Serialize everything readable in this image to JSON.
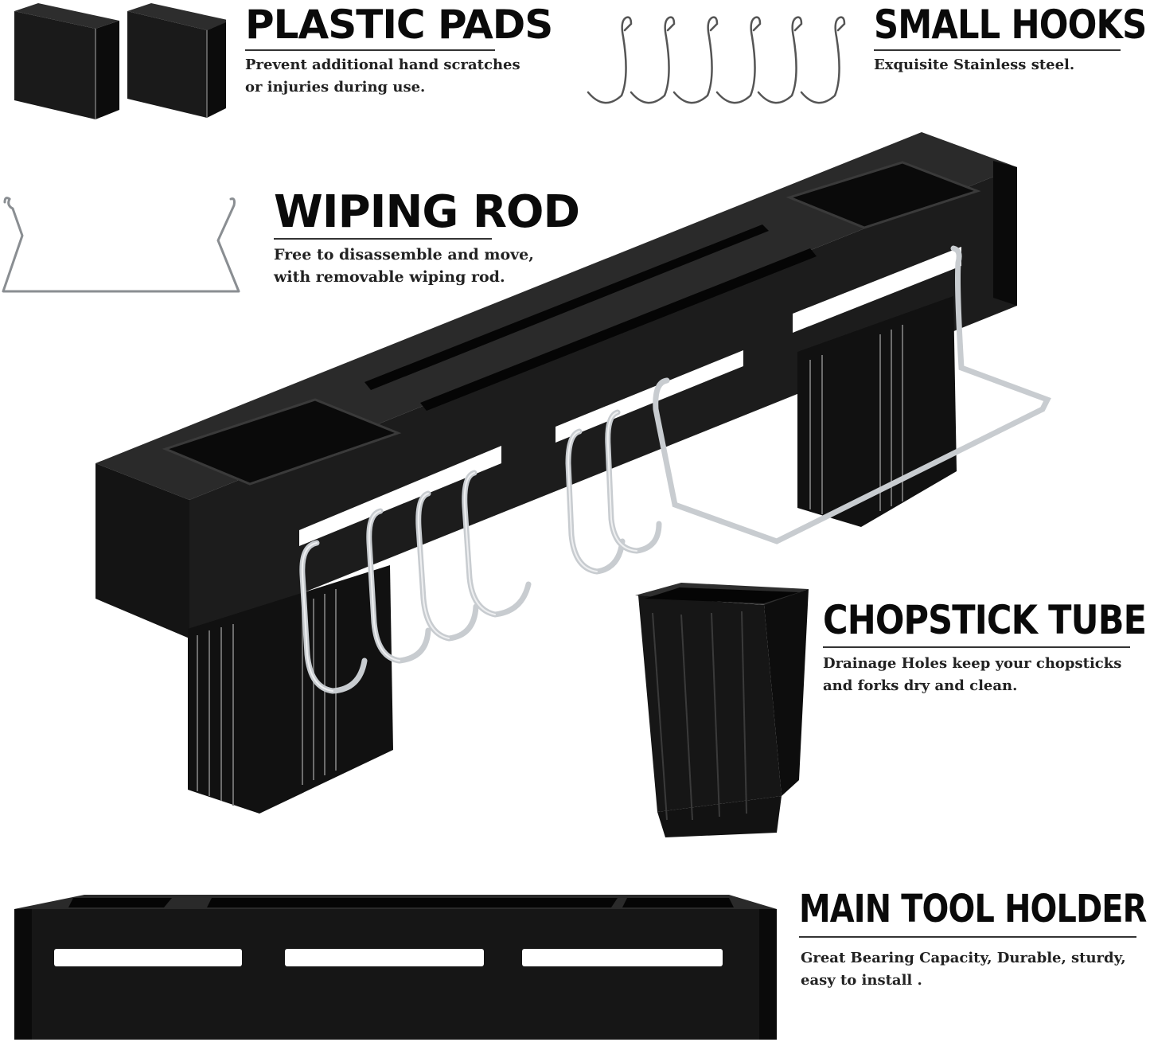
{
  "sections": {
    "plastic_pads": {
      "title": "PLASTIC PADS",
      "description": "Prevent additional hand scratches\nor injuries during use."
    },
    "small_hooks": {
      "title": "SMALL HOOKS",
      "description": "Exquisite Stainless steel."
    },
    "wiping_rod": {
      "title": "WIPING ROD",
      "description": "Free to disassemble and move,\nwith removable wiping rod."
    },
    "chopstick_tube": {
      "title": "CHOPSTICK TUBE",
      "description": "Drainage Holes keep your chopsticks\nand forks dry and clean."
    },
    "main_tool_holder": {
      "title": "MAIN TOOL HOLDER",
      "description": "Great Bearing Capacity, Durable, sturdy,\neasy to install ."
    }
  },
  "colors": {
    "product_black": "#111111",
    "steel": "#c8ccd0",
    "text": "#0a0a0a"
  }
}
